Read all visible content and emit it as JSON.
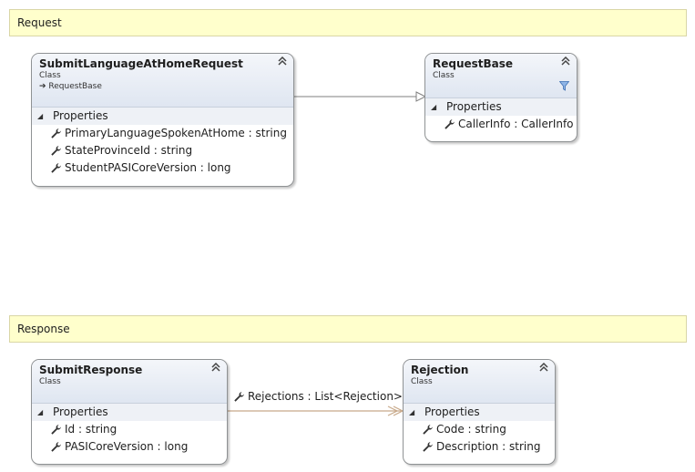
{
  "notes": {
    "request": "Request",
    "response": "Response"
  },
  "classes": {
    "submit_request": {
      "name": "SubmitLanguageAtHomeRequest",
      "kind": "Class",
      "base": "RequestBase",
      "section": "Properties",
      "members": [
        "PrimaryLanguageSpokenAtHome : string",
        "StateProvinceId : string",
        "StudentPASICoreVersion : long"
      ]
    },
    "request_base": {
      "name": "RequestBase",
      "kind": "Class",
      "section": "Properties",
      "members": [
        "CallerInfo : CallerInfo"
      ]
    },
    "submit_response": {
      "name": "SubmitResponse",
      "kind": "Class",
      "section": "Properties",
      "members": [
        "Id : string",
        "PASICoreVersion : long"
      ]
    },
    "rejection": {
      "name": "Rejection",
      "kind": "Class",
      "section": "Properties",
      "members": [
        "Code : string",
        "Description : string"
      ]
    }
  },
  "association": {
    "label": "Rejections : List<Rejection>"
  },
  "colors": {
    "note_bg": "#ffffcc",
    "header_top": "#f4f6fa",
    "header_bottom": "#dfe6f1",
    "inheritance_line": "#7f7f7f",
    "association_line": "#c8a98a"
  },
  "icons": {
    "member": "wrench-icon",
    "collapse": "double-chevron-up-icon",
    "filter": "filter-icon",
    "inheritance": "inherits-arrow-icon",
    "section": "collapse-triangle-icon"
  }
}
